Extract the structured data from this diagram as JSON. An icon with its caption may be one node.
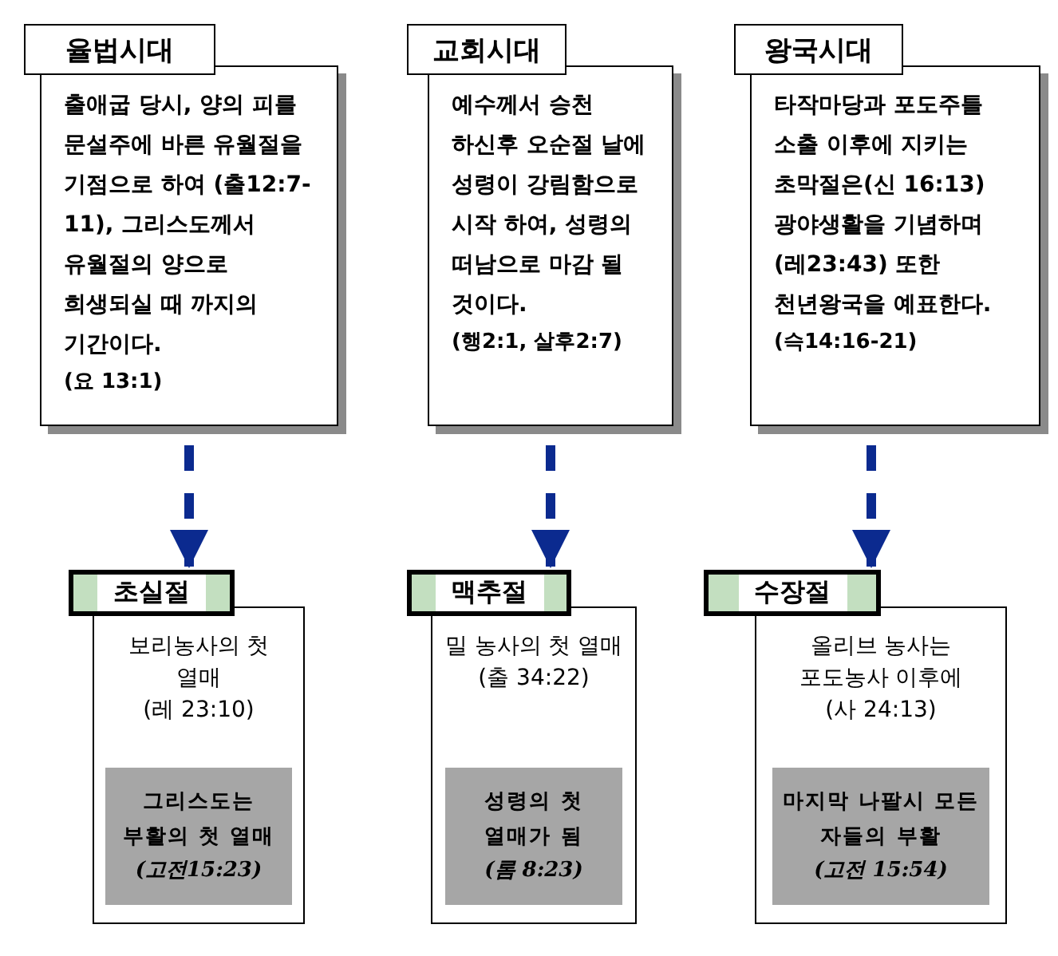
{
  "diagram": {
    "nodes": [
      {
        "text": [
          "율법시대"
        ]
      },
      {
        "text": [
          "출애굽 당시, 양의 피를 문설주에 바른 유월절을 기점으로 하여 (출12:7-11), 그리스도께서 유월절의 양으로 희생되실 때 까지의 기간이다.",
          "(요 13:1)"
        ]
      },
      {
        "text": [
          "교회시대"
        ]
      },
      {
        "text": [
          "예수께서 승천 하신후 오순절 날에 성령이 강림함으로 시작 하여, 성령의 떠남으로 마감 될 것이다.",
          "(행2:1, 살후2:7)"
        ]
      },
      {
        "text": [
          "왕국시대"
        ]
      },
      {
        "text": [
          "타작마당과 포도주틀 소출 이후에 지키는 초막절은(신 16:13) 광야생활을 기념하며(레23:43) 또한 천년왕국을 예표한다.",
          "(슥14:16-21)"
        ]
      },
      {
        "text": [
          "초실절"
        ]
      },
      {
        "text": [
          "보리농사의 첫 열매",
          "(레 23:10)"
        ]
      },
      {
        "text": [
          "그리스도는 부활의 첫 열매",
          "(고전15:23)"
        ],
        "in": 7
      },
      {
        "text": [
          "맥추절"
        ]
      },
      {
        "text": [
          "밀 농사의 첫 열매",
          "(출 34:22)"
        ]
      },
      {
        "text": [
          "성령의 첫 열매가 됨",
          "(롬 8:23)"
        ],
        "in": 10
      },
      {
        "text": [
          "수장절"
        ]
      },
      {
        "text": [
          "올리브 농사는 포도농사 이후에",
          "(사 24:13)"
        ]
      },
      {
        "text": [
          "마지막 나팔시 모든 자들의 부활",
          "(고전 15:54)"
        ],
        "in": 13
      }
    ],
    "edges": [
      {
        "from": 1,
        "to": 6,
        "arrow": "to"
      },
      {
        "from": 3,
        "to": 9,
        "arrow": "to"
      },
      {
        "from": 5,
        "to": 12,
        "arrow": "to"
      }
    ]
  }
}
